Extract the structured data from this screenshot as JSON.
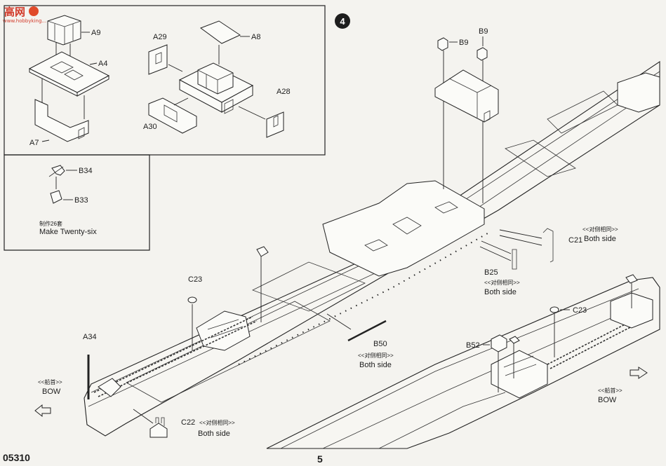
{
  "watermark": {
    "text": "高网",
    "url": "www.hobbyking..."
  },
  "step": {
    "number": "4"
  },
  "footer": {
    "product_code": "05310",
    "page_number": "5"
  },
  "parts": {
    "A9": "A9",
    "A4": "A4",
    "A7": "A7",
    "A8": "A8",
    "A29": "A29",
    "A28": "A28",
    "A30": "A30",
    "B34": "B34",
    "B33": "B33",
    "B9a": "B9",
    "B9b": "B9",
    "C21": "C21",
    "B25": "B25",
    "C23a": "C23",
    "C23b": "C23",
    "A34": "A34",
    "B50": "B50",
    "B52": "B52",
    "C22": "C22"
  },
  "notes": {
    "make_cn": "制作26套",
    "make_en": "Make Twenty-six",
    "both_side_cn": "<<对侧相同>>",
    "both_side_en": "Both side",
    "bow_cn": "<<船首>>",
    "bow_en": "BOW"
  }
}
